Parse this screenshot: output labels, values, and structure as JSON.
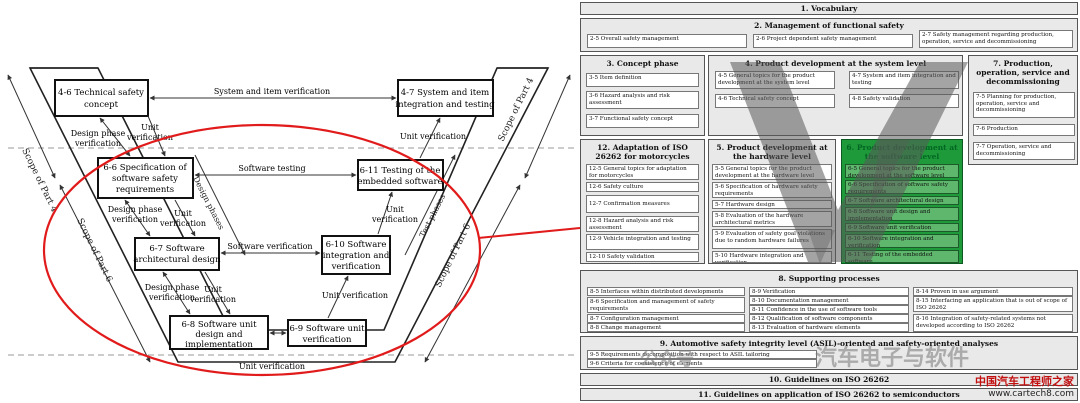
{
  "vmodel": {
    "scope4_left": "Scope of Part 4",
    "scope4_right": "Scope of Part 4",
    "scope6_left": "Scope of Part 6",
    "scope6_right": "Scope of Part 6",
    "design_phases": "Design phases",
    "test_phases": "Test phases",
    "b46a": "4-6 Technical safety",
    "b46b": "concept",
    "b47a": "4-7 System and item",
    "b47b": "integration and testing",
    "b66a": "6-6 Specification of",
    "b66b": "software safety",
    "b66c": "requirements",
    "b611a": "6-11 Testing of the",
    "b611b": "embedded software",
    "b67a": "6-7 Software",
    "b67b": "architectural design",
    "b610a": "6-10 Software",
    "b610b": "integration and",
    "b610c": "verification",
    "b68a": "6-8 Software unit",
    "b68b": "design and",
    "b68c": "implementation",
    "b69a": "6-9 Software unit",
    "b69b": "verification",
    "sys_verif": "System and item verification",
    "sw_testing": "Software testing",
    "sw_verif": "Software verification",
    "unit_verif": "Unit verification",
    "dpv_a": "Design phase",
    "dpv_b": "verification",
    "dp_a": "Design phase",
    "dp_b": "verification",
    "unit_a": "Unit",
    "unit_b": "verification"
  },
  "iso": {
    "p1": "1. Vocabulary",
    "p2": "2. Management of functional safety",
    "p2_items": [
      "2-5 Overall safety management",
      "2-6 Project dependent safety management",
      "2-7 Safety management regarding production, operation, service and decommissioning"
    ],
    "p3": "3. Concept phase",
    "p3_items": [
      "3-5 Item definition",
      "3-6 Hazard analysis and risk assessment",
      "3-7 Functional safety concept"
    ],
    "p4": "4. Product development at the system level",
    "p4_items": [
      "4-5 General topics for the product development at the system level",
      "4-6 Technical safety concept",
      "4-7 System and item integration and testing",
      "4-8 Safety validation"
    ],
    "p7": "7. Production, operation, service and decommissioning",
    "p7_items": [
      "7-5 Planning for production, operation, service and decommissioning",
      "7-6 Production",
      "7-7 Operation, service and decommissioning"
    ],
    "p12": "12. Adaptation of ISO 26262 for motorcycles",
    "p12_items": [
      "12-5 General topics for adaptation for motorcycles",
      "12-6 Safety culture",
      "12-7 Confirmation measures",
      "12-8 Hazard analysis and risk assessment",
      "12-9 Vehicle integration and testing",
      "12-10 Safety validation"
    ],
    "p5": "5. Product development at the hardware level",
    "p5_items": [
      "5-5 General topics for the product development at the hardware level",
      "5-6 Specification of hardware safety requirements",
      "5-7 Hardware design",
      "5-8 Evaluation of the hardware architectural metrics",
      "5-9 Evaluation of safety goal violations due to random hardware failures",
      "5-10 Hardware integration and verification"
    ],
    "p6": "6. Product development at the software level",
    "p6_items": [
      "6-5 General topics for the product development at the software level",
      "6-6 Specification of software safety requirements",
      "6-7 Software architectural design",
      "6-8 Software unit design and implementation",
      "6-9 Software unit verification",
      "6-10 Software integration and verification",
      "6-11 Testing of the embedded software"
    ],
    "p8": "8. Supporting processes",
    "p8_col1": [
      "8-5 Interfaces within distributed developments",
      "8-6 Specification and management of safety requirements",
      "8-7 Configuration management",
      "8-8 Change management"
    ],
    "p8_col2": [
      "8-9 Verification",
      "8-10 Documentation management",
      "8-11 Confidence in the use of software tools",
      "8-12 Qualification of software components",
      "8-13 Evaluation of hardware elements"
    ],
    "p8_col3": [
      "8-14 Proven in use argument",
      "8-15 Interfacing an application that is out of scope of ISO 26262",
      "8-16 Integration of safety-related systems not developed according to ISO 26262"
    ],
    "p9": "9. Automotive safety integrity level (ASIL)-oriented and safety-oriented analyses",
    "p9_items": [
      "9-5 Requirements decomposition with respect to ASIL tailoring",
      "9-6 Criteria for coexistence of elements"
    ],
    "p10": "10. Guidelines on ISO 26262",
    "p11": "11. Guidelines on application of ISO 26262 to semiconductors"
  },
  "watermark": {
    "wm1": "公众号",
    "wm2": "汽车电子与软件",
    "logo_cn": "中国汽车工程师之家",
    "logo_url": "www.cartech8.com"
  },
  "colors": {
    "highlight_red": "#e11b1b",
    "green": "#1e9a3a"
  }
}
